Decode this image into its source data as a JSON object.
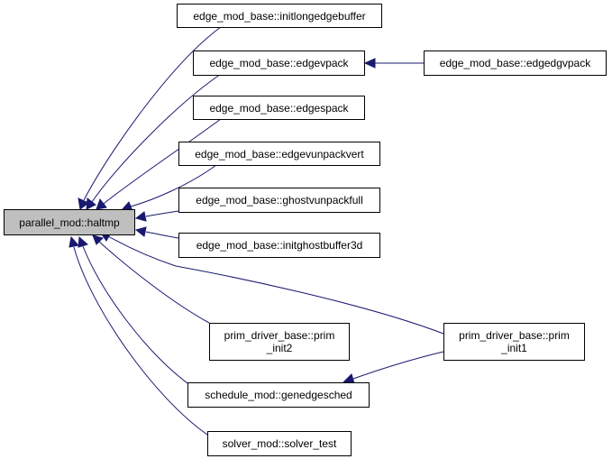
{
  "graph": {
    "root": {
      "label": "parallel_mod::haltmp"
    },
    "nodes": {
      "initlongedgebuffer": {
        "label": "edge_mod_base::initlongedgebuffer"
      },
      "edgevpack": {
        "label": "edge_mod_base::edgevpack"
      },
      "edgedgvpack": {
        "label": "edge_mod_base::edgedgvpack"
      },
      "edgespack": {
        "label": "edge_mod_base::edgespack"
      },
      "edgevunpackvert": {
        "label": "edge_mod_base::edgevunpackvert"
      },
      "ghostvunpackfull": {
        "label": "edge_mod_base::ghostvunpackfull"
      },
      "initghostbuffer3d": {
        "label": "edge_mod_base::initghostbuffer3d"
      },
      "prim_init2": {
        "line1": "prim_driver_base::prim",
        "line2": "_init2"
      },
      "prim_init1": {
        "line1": "prim_driver_base::prim",
        "line2": "_init1"
      },
      "genedgesched": {
        "label": "schedule_mod::genedgesched"
      },
      "solver_test": {
        "label": "solver_mod::solver_test"
      }
    }
  },
  "colors": {
    "edge": "#191970",
    "root_fill": "#bfbfbf",
    "node_fill": "#ffffff",
    "node_border": "#000000"
  }
}
